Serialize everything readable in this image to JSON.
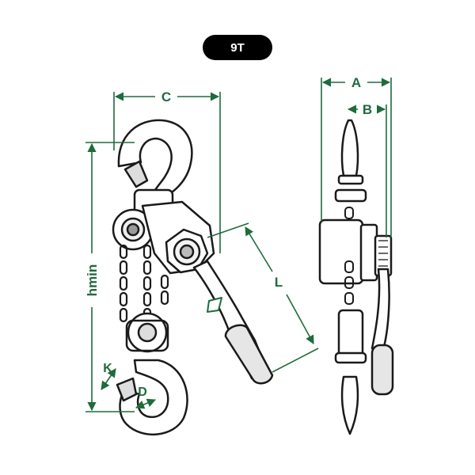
{
  "model_badge": "9T",
  "colors": {
    "dimension": "#1e6b3c",
    "outline": "#1a1a1a",
    "badge_bg": "#000000",
    "badge_text": "#ffffff"
  },
  "dimensions": {
    "A": "A",
    "B": "B",
    "C": "C",
    "hmin": "hmin",
    "L": "L",
    "K": "K",
    "D": "D"
  },
  "views": [
    "front-view",
    "side-view"
  ]
}
